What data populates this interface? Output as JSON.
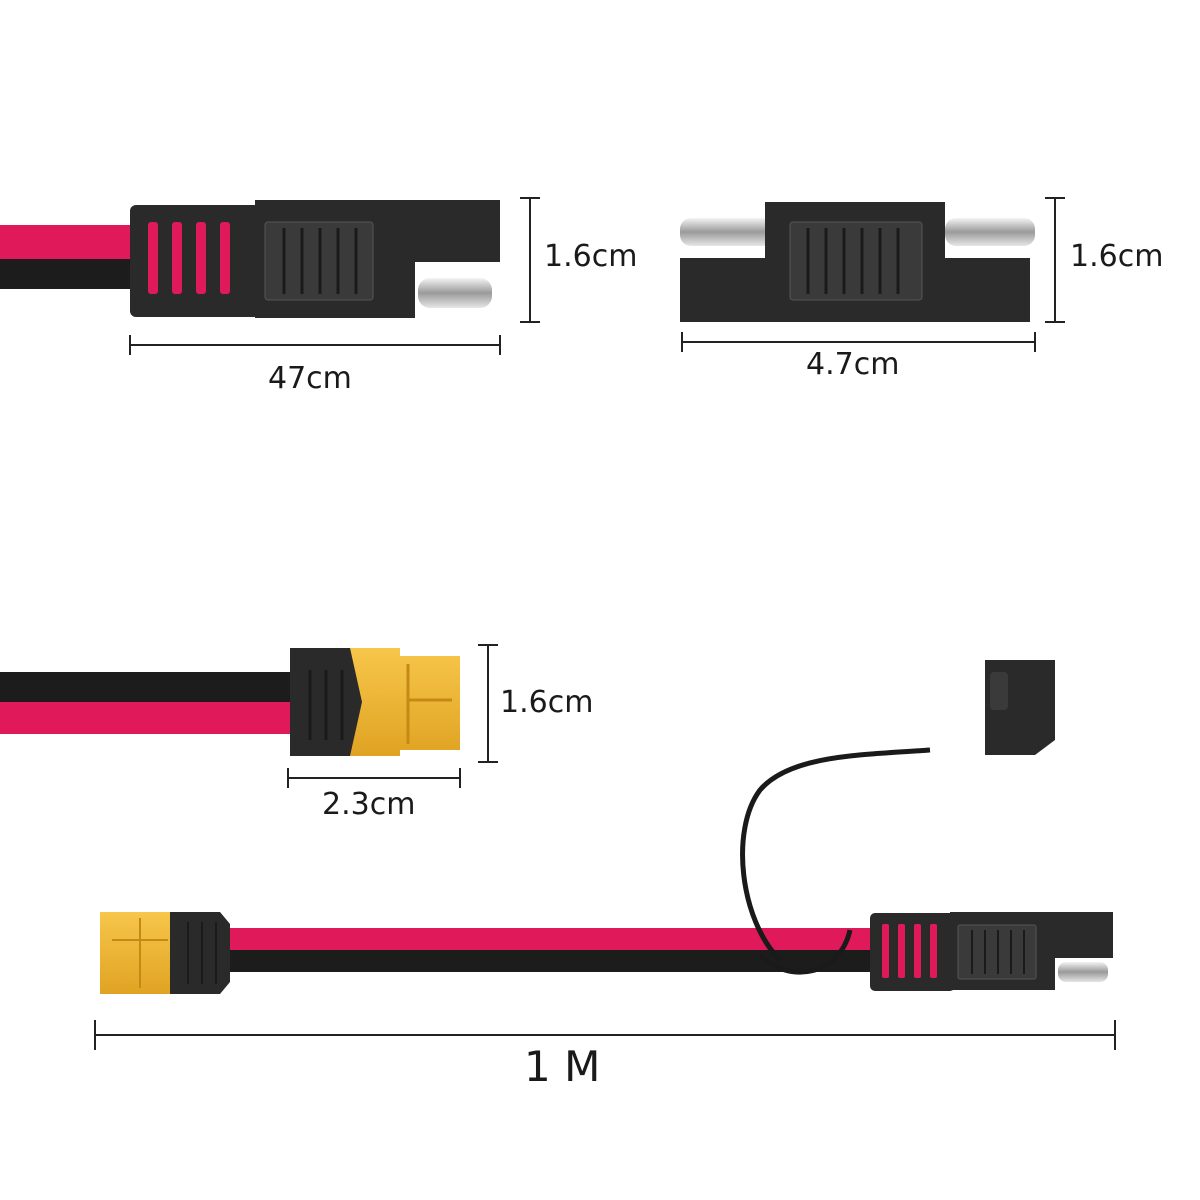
{
  "dimensions": {
    "sae_cable_height": "1.6cm",
    "sae_cable_width": "47cm",
    "sae_adapter_height": "1.6cm",
    "sae_adapter_width": "4.7cm",
    "xt60_height": "1.6cm",
    "xt60_width": "2.3cm",
    "cable_length": "1 M"
  },
  "colors": {
    "red_wire": "#e01a5a",
    "black_wire": "#1c1c1c",
    "connector_body": "#2a2a2a",
    "xt60_yellow": "#f2b632",
    "metal_pin": "#c8c8c8"
  }
}
